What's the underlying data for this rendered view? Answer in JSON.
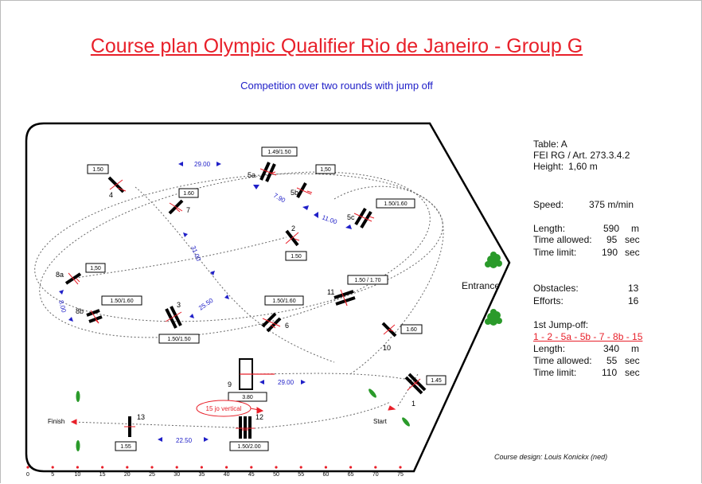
{
  "header": {
    "title": "Course plan Olympic Qualifier Rio de Janeiro - Group G",
    "subtitle": "Competition over two rounds with jump off"
  },
  "info": {
    "table": "Table: A",
    "fei_rule": "FEI RG / Art. 273.3.4.2",
    "height_label": "Height:",
    "height_value": "1,60  m",
    "speed_label": "Speed:",
    "speed_value": "375  m/min",
    "length_label": "Length:",
    "length_value": "590",
    "length_unit": "m",
    "time_allowed_label": "Time allowed:",
    "time_allowed_value": "95",
    "time_allowed_unit": "sec",
    "time_limit_label": "Time limit:",
    "time_limit_value": "190",
    "time_limit_unit": "sec",
    "obstacles_label": "Obstacles:",
    "obstacles_value": "13",
    "efforts_label": "Efforts:",
    "efforts_value": "16",
    "jumpoff_title": "1st Jump-off:",
    "jumpoff_sequence": "1 - 2 - 5a - 5b - 7 - 8b - 15",
    "jo_length_label": "Length:",
    "jo_length_value": "340",
    "jo_length_unit": "m",
    "jo_time_allowed_label": "Time allowed:",
    "jo_time_allowed_value": "55",
    "jo_time_allowed_unit": "sec",
    "jo_time_limit_label": "Time limit:",
    "jo_time_limit_value": "110",
    "jo_time_limit_unit": "sec"
  },
  "labels": {
    "entrance": "Entrance",
    "start": "Start",
    "finish": "Finish",
    "designer": "Course design: Louis Konickx (ned)",
    "jo_vertical": "15 jo vertical"
  },
  "obstacles": [
    {
      "number": "1",
      "height": "1.45"
    },
    {
      "number": "2",
      "height": "1.50"
    },
    {
      "number": "3",
      "height": "1.50/1.50"
    },
    {
      "number": "4",
      "height": "1.50"
    },
    {
      "number": "5a",
      "height": "1.49/1.50"
    },
    {
      "number": "5b",
      "height": "1,50"
    },
    {
      "number": "5c",
      "height": "1.50/1.60"
    },
    {
      "number": "6",
      "height": "1.50/1.60"
    },
    {
      "number": "7",
      "height": "1.60"
    },
    {
      "number": "8a",
      "height": "1,50"
    },
    {
      "number": "8b",
      "height": "1.50/1.60"
    },
    {
      "number": "9",
      "height": "3.80"
    },
    {
      "number": "10",
      "height": "1.60"
    },
    {
      "number": "11",
      "height": "1.50 / 1.70"
    },
    {
      "number": "12",
      "height": "1.50/2.00"
    },
    {
      "number": "13",
      "height": "1.55"
    }
  ],
  "distances": [
    "29.00",
    "7.90",
    "11.00",
    "31.00",
    "25.50",
    "8.00",
    "29.00",
    "22.50"
  ],
  "scale": [
    "0",
    "5",
    "10",
    "15",
    "20",
    "25",
    "30",
    "35",
    "40",
    "45",
    "50",
    "55",
    "60",
    "65",
    "70",
    "75"
  ],
  "colors": {
    "title": "#e8202a",
    "subtitle": "#2020c8",
    "distance": "#2020c8",
    "arrow": "#e8202a",
    "tree": "#2a9a2a"
  }
}
